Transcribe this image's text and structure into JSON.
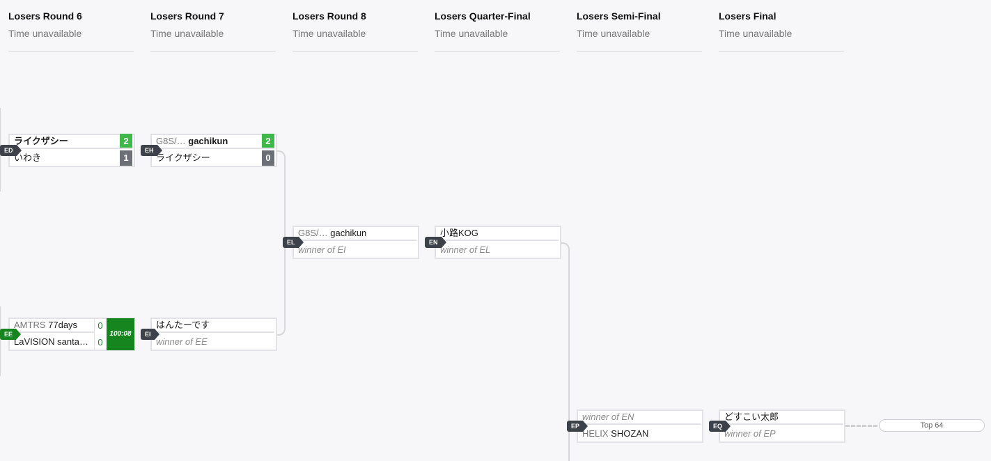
{
  "rounds": [
    {
      "title": "Losers Round 6",
      "subtitle": "Time unavailable"
    },
    {
      "title": "Losers Round 7",
      "subtitle": "Time unavailable"
    },
    {
      "title": "Losers Round 8",
      "subtitle": "Time unavailable"
    },
    {
      "title": "Losers Quarter-Final",
      "subtitle": "Time unavailable"
    },
    {
      "title": "Losers Semi-Final",
      "subtitle": "Time unavailable"
    },
    {
      "title": "Losers Final",
      "subtitle": "Time unavailable"
    }
  ],
  "matches": {
    "ED": {
      "id": "ED",
      "p1": {
        "prefix": "",
        "name": "ライクザシー",
        "score": "2"
      },
      "p2": {
        "prefix": "",
        "name": "いわき",
        "score": "1"
      }
    },
    "EE": {
      "id": "EE",
      "p1": {
        "prefix": "AMTRS",
        "name": "77days",
        "score": "0"
      },
      "p2": {
        "prefix": "LaVISION",
        "name": "santa…",
        "score": "0"
      },
      "time": "100:08"
    },
    "EH": {
      "id": "EH",
      "p1": {
        "prefix": "G8S/…",
        "name": "gachikun",
        "score": "2"
      },
      "p2": {
        "prefix": "",
        "name": "ライクザシー",
        "score": "0"
      }
    },
    "EI": {
      "id": "EI",
      "p1": {
        "prefix": "",
        "name": "はんたーです"
      },
      "p2": {
        "placeholder": "winner of EE"
      }
    },
    "EL": {
      "id": "EL",
      "p1": {
        "prefix": "G8S/…",
        "name": "gachikun"
      },
      "p2": {
        "placeholder": "winner of EI"
      }
    },
    "EN": {
      "id": "EN",
      "p1": {
        "prefix": "",
        "name": "小路KOG"
      },
      "p2": {
        "placeholder": "winner of EL"
      }
    },
    "EP": {
      "id": "EP",
      "p1": {
        "placeholder": "winner of EN"
      },
      "p2": {
        "prefix": "HELIX",
        "name": "SHOZAN"
      }
    },
    "EQ": {
      "id": "EQ",
      "p1": {
        "prefix": "",
        "name": "どすこい太郎"
      },
      "p2": {
        "placeholder": "winner of EP"
      }
    }
  },
  "placement": "Top 64"
}
